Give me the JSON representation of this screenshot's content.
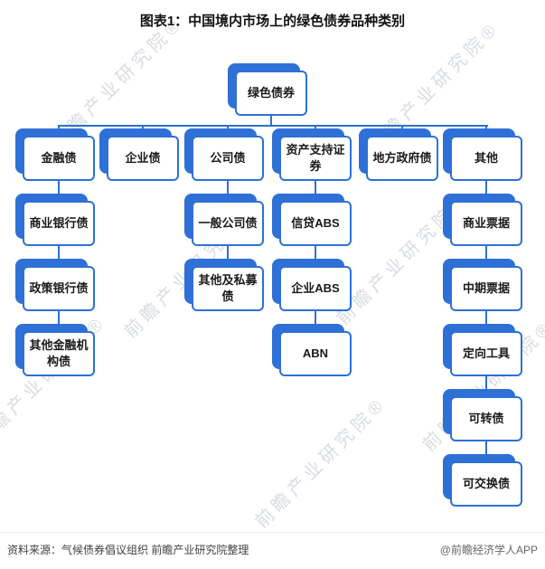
{
  "title": "图表1：中国境内市场上的绿色债券品种类别",
  "accent_color": "#2E70D6",
  "watermark_text": "前瞻产业研究院®",
  "footer": {
    "source": "资料来源：气候债券倡议组织 前瞻产业研究院整理",
    "credit": "@前瞻经济学人APP"
  },
  "chart_data": {
    "type": "tree",
    "root": "绿色债券",
    "branches": [
      {
        "label": "金融债",
        "children": [
          "商业银行债",
          "政策银行债",
          "其他金融机构债"
        ]
      },
      {
        "label": "企业债",
        "children": []
      },
      {
        "label": "公司债",
        "children": [
          "一般公司债",
          "其他及私募债"
        ]
      },
      {
        "label": "资产支持证券",
        "children": [
          "信贷ABS",
          "企业ABS",
          "ABN"
        ]
      },
      {
        "label": "地方政府债",
        "children": []
      },
      {
        "label": "其他",
        "children": [
          "商业票据",
          "中期票据",
          "定向工具",
          "可转债",
          "可交换债"
        ]
      }
    ]
  }
}
